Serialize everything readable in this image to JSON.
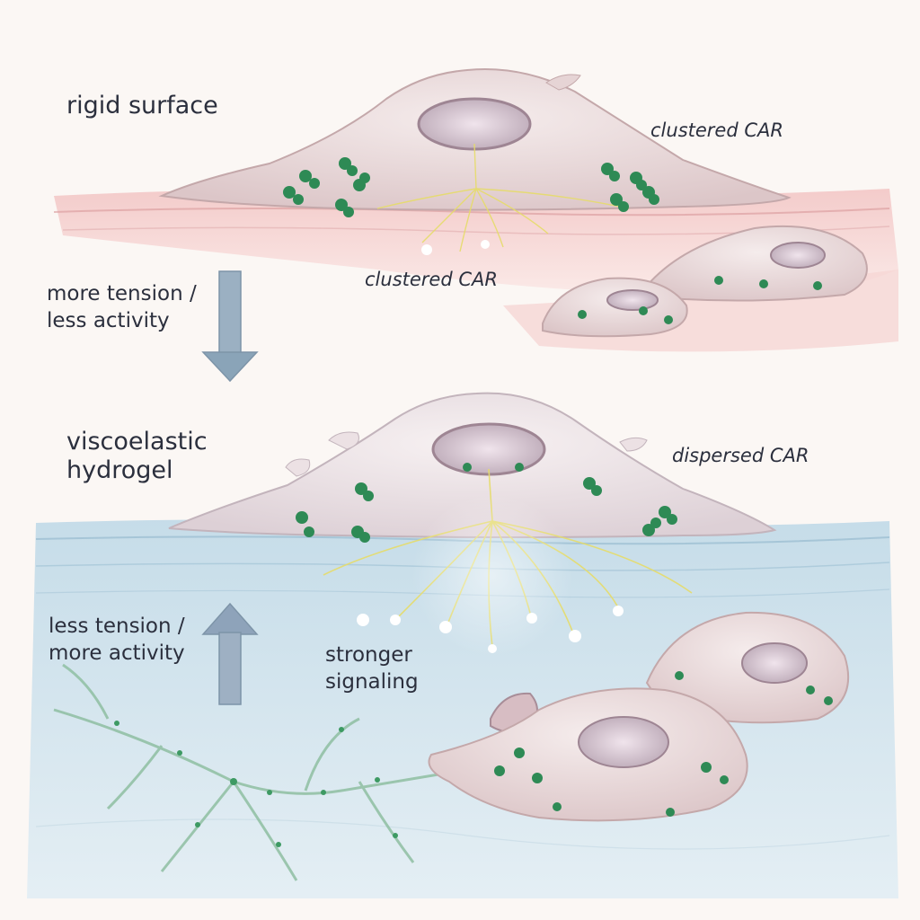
{
  "labels": {
    "rigid_surface": "rigid surface",
    "clustered_car_right": "clustered CAR",
    "clustered_car_center": "clustered CAR",
    "more_tension": [
      "more tension /",
      "less activity"
    ],
    "viscoelastic": [
      "viscoelastic",
      "hydrogel"
    ],
    "dispersed_car": "dispersed CAR",
    "less_tension": [
      "less tension /",
      "more activity"
    ],
    "stronger_signaling": [
      "stronger",
      "signaling"
    ]
  },
  "colors": {
    "rigid_substrate": "#e9aeb0",
    "hydrogel": "#a9c8dc",
    "cell_body": "#eadbdc",
    "car_receptor": "#2e8a55",
    "signal": "#e6dc6a",
    "arrow": "#8aa4b8",
    "text": "#2b2f3d"
  }
}
